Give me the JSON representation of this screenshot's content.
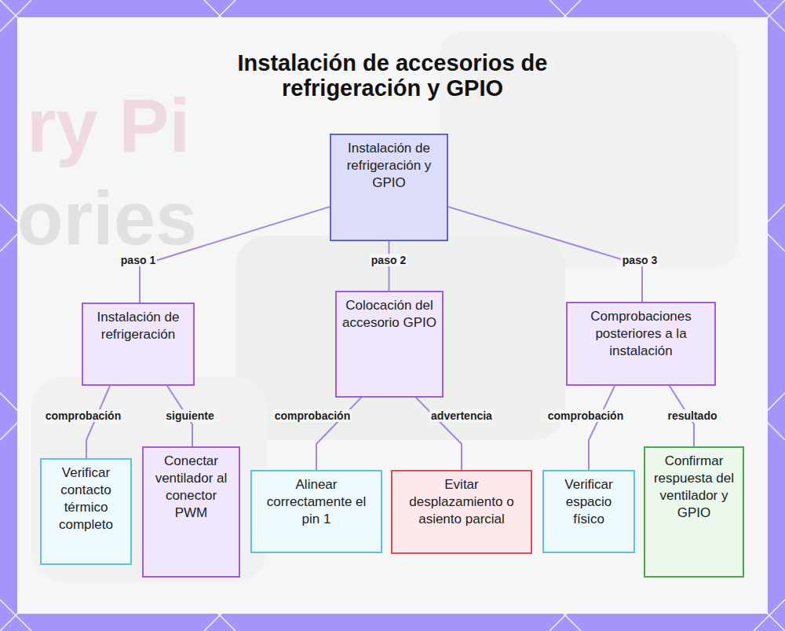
{
  "diagram": {
    "title": "Instalación de accesorios de refrigeración y GPIO",
    "nodes": [
      {
        "text": [
          "Instalación de refrigeración y GPIO"
        ]
      },
      {
        "text": [
          "Instalación de refrigeración"
        ]
      },
      {
        "text": [
          "Colocación del accesorio GPIO"
        ]
      },
      {
        "text": [
          "Comprobaciones posteriores a la instalación"
        ]
      },
      {
        "text": [
          "Verificar contacto térmico completo"
        ]
      },
      {
        "text": [
          "Conectar ventilador al conector PWM"
        ]
      },
      {
        "text": [
          "Alinear correctamente el pin 1"
        ]
      },
      {
        "text": [
          "Evitar desplazamiento o asiento parcial"
        ]
      },
      {
        "text": [
          "Verificar espacio físico"
        ]
      },
      {
        "text": [
          "Confirmar respuesta del ventilador y GPIO"
        ]
      }
    ],
    "edges": [
      {
        "from": 0,
        "to": 1,
        "label": "paso 1",
        "arrow": "none"
      },
      {
        "from": 0,
        "to": 2,
        "label": "paso 2",
        "arrow": "none"
      },
      {
        "from": 0,
        "to": 3,
        "label": "paso 3",
        "arrow": "none"
      },
      {
        "from": 1,
        "to": 4,
        "label": "comprobación",
        "arrow": "none"
      },
      {
        "from": 1,
        "to": 5,
        "label": "siguiente",
        "arrow": "none"
      },
      {
        "from": 2,
        "to": 6,
        "label": "comprobación",
        "arrow": "none"
      },
      {
        "from": 2,
        "to": 7,
        "label": "advertencia",
        "arrow": "none"
      },
      {
        "from": 3,
        "to": 8,
        "label": "comprobación",
        "arrow": "none"
      },
      {
        "from": 3,
        "to": 9,
        "label": "resultado",
        "arrow": "none"
      }
    ],
    "labels": [
      "ry Pi",
      "ories"
    ]
  }
}
